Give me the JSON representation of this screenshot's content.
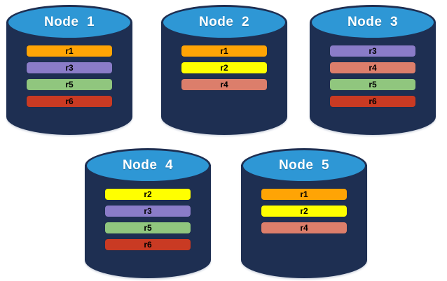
{
  "palette": {
    "background": "#FFFFFF",
    "cylinder_body": "#1E2F52",
    "cylinder_top": "#2E97D5",
    "node_label_text": "#FFFFFF",
    "bar_label_text": "#000000",
    "replica_colors": {
      "r1": "#FFA405",
      "r2": "#FFFF00",
      "r3": "#8A7CC8",
      "r4": "#DC7E6B",
      "r5": "#90C67E",
      "r6": "#C93A23"
    }
  },
  "nodes": [
    {
      "label": "Node  1",
      "replicas": [
        {
          "label": "r1",
          "color": "#FFA405"
        },
        {
          "label": "r3",
          "color": "#8A7CC8"
        },
        {
          "label": "r5",
          "color": "#90C67E"
        },
        {
          "label": "r6",
          "color": "#C93A23"
        }
      ]
    },
    {
      "label": "Node  2",
      "replicas": [
        {
          "label": "r1",
          "color": "#FFA405"
        },
        {
          "label": "r2",
          "color": "#FFFF00"
        },
        {
          "label": "r4",
          "color": "#DC7E6B"
        }
      ]
    },
    {
      "label": "Node  3",
      "replicas": [
        {
          "label": "r3",
          "color": "#8A7CC8"
        },
        {
          "label": "r4",
          "color": "#DC7E6B"
        },
        {
          "label": "r5",
          "color": "#90C67E"
        },
        {
          "label": "r6",
          "color": "#C93A23"
        }
      ]
    },
    {
      "label": "Node  4",
      "replicas": [
        {
          "label": "r2",
          "color": "#FFFF00"
        },
        {
          "label": "r3",
          "color": "#8A7CC8"
        },
        {
          "label": "r5",
          "color": "#90C67E"
        },
        {
          "label": "r6",
          "color": "#C93A23"
        }
      ]
    },
    {
      "label": "Node  5",
      "replicas": [
        {
          "label": "r1",
          "color": "#FFA405"
        },
        {
          "label": "r2",
          "color": "#FFFF00"
        },
        {
          "label": "r4",
          "color": "#DC7E6B"
        }
      ]
    }
  ]
}
